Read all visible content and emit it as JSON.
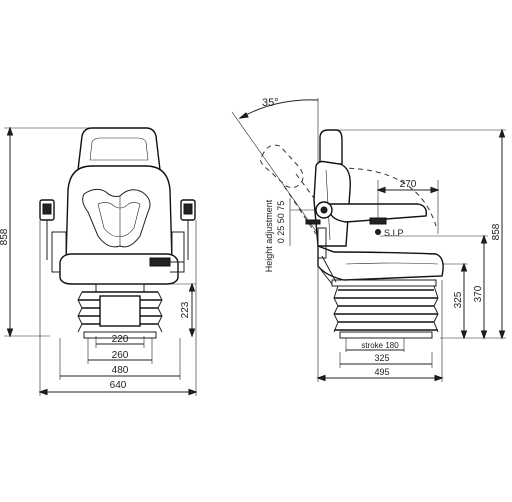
{
  "front_view": {
    "height_label": "858",
    "dims": {
      "d223": "223",
      "d220": "220",
      "d260": "260",
      "d480": "480",
      "d640": "640"
    }
  },
  "side_view": {
    "angle_label": "35°",
    "d270": "270",
    "sip_label": "S.I.P",
    "height_adjustment_label": "Height adjustment",
    "height_adjustment_values": "0 25 50 75",
    "height_label": "858",
    "d325_vertical": "325",
    "d370": "370",
    "stroke_label": "stroke 180",
    "d325_horizontal": "325",
    "d495": "495"
  },
  "icons": [
    "headrest-icon",
    "seat-cushion-icon",
    "bellows-suspension-icon",
    "armrest-icon"
  ]
}
